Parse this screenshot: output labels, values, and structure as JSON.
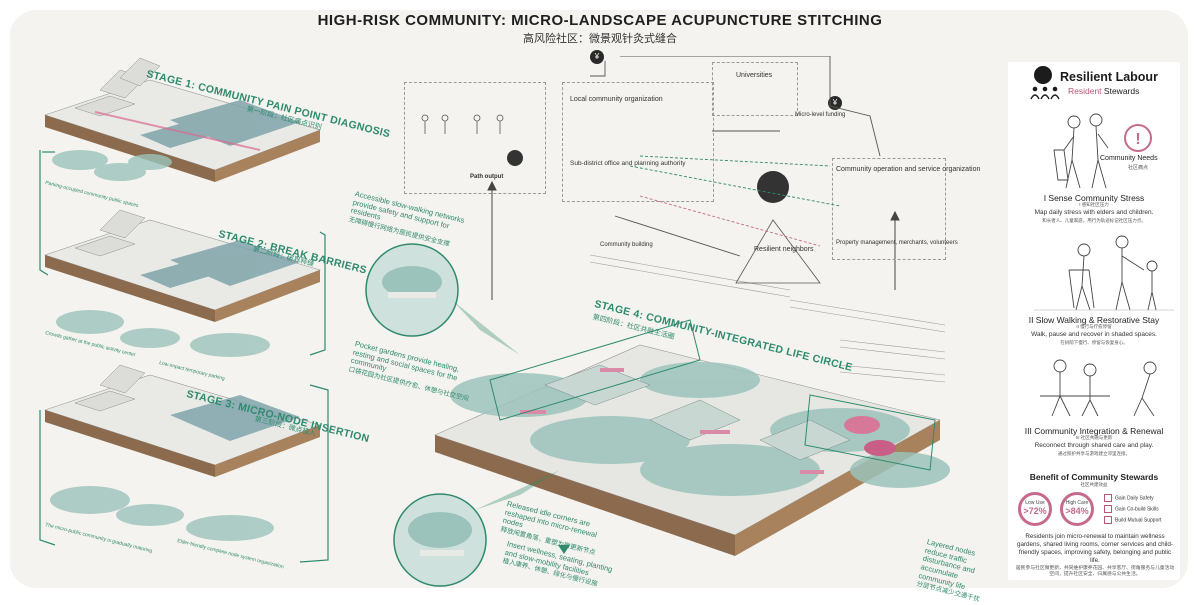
{
  "header": {
    "title": "HIGH-RISK COMMUNITY: MICRO-LANDSCAPE ACUPUNCTURE STITCHING",
    "subtitle": "高风险社区：微景观针灸式缝合"
  },
  "stages": [
    {
      "title": "STAGE 1: COMMUNITY PAIN POINT DIAGNOSIS",
      "subtitle": "第一阶段：社区痛点识别"
    },
    {
      "title": "STAGE 2: BREAK BARRIERS",
      "subtitle": "第二阶段：破界释缝"
    },
    {
      "title": "STAGE 3: MICRO-NODE INSERTION",
      "subtitle": "第三阶段：微点植入"
    },
    {
      "title": "STAGE 4: COMMUNITY-INTEGRATED LIFE CIRCLE",
      "subtitle": "第四阶段：社区共融生活圈"
    }
  ],
  "stage_notes": {
    "s1_left": "Parking-occupied community public spaces",
    "s2_left": "Crowds gather at the public activity center",
    "s2_right": "Low-impact temporary parking",
    "s3_left": "The micro-public community is gradually maturing",
    "s3_right": "Elder-friendly complete node system organization"
  },
  "annotations": {
    "networks_en": "Accessible slow-walking networks provide safety and support for residents",
    "networks_cn": "无障碍慢行网络为居民提供安全支撑",
    "pocket_en": "Pocket gardens provide healing, resting and social spaces for the community",
    "pocket_cn": "口袋花园为社区提供疗愈、休憩与社交空间",
    "idle_en": "Released idle corners are reshaped into micro-renewal nodes",
    "idle_cn": "释放闲置角落，重塑为微更新节点",
    "insert_en": "Insert wellness, seating, planting and slow-mobility facilities",
    "insert_cn": "植入康养、休憩、绿化与慢行设施",
    "layered_en": "Layered nodes reduce traffic disturbance and accumulate community life",
    "layered_cn": "分层节点减少交通干扰"
  },
  "diagram": {
    "universities": "Universities",
    "local_org": "Local community organization",
    "sub_district": "Sub-district office and planning authority",
    "path_output": "Path output",
    "community_operation": "Community operation and service organization",
    "property_mgmt": "Property management, merchants, volunteers",
    "resilient_neighbors": "Resilient neighbors",
    "micro_funding": "Micro-level funding",
    "community_building": "Community building"
  },
  "right_panel": {
    "title": "Resilient Labour",
    "subtitle_pink": "Resident",
    "subtitle_rest": " Stewards",
    "needs_label": "Community Needs",
    "needs_cn": "社区痛点",
    "s1_title": "I Sense Community Stress",
    "s1_cn": "I 感知社区压力",
    "s1_body": "Map daily stress with elders and children.",
    "s1_body_cn": "和长者人、儿童家庭，用行为轨迹标记社区压力点。",
    "s2_title": "II Slow Walking & Restorative Stay",
    "s2_cn": "II 慢行与疗愈停留",
    "s2_body": "Walk, pause and recover in shaded spaces.",
    "s2_body_cn": "在树荫下慢行、停留与恢复身心。",
    "s3_title": "III Community Integration & Renewal",
    "s3_cn": "III 社区共融与更新",
    "s3_body": "Reconnect through shared care and play.",
    "s3_body_cn": "通过照护共享与游戏建立邻里连接。",
    "benefit_title": "Benefit of Community Stewards",
    "benefit_cn": "社区共建效益",
    "stats": [
      {
        "label": "Low Use",
        "value": ">72%"
      },
      {
        "label": "High Care",
        "value": ">84%"
      }
    ],
    "legend": [
      "Gain Daily Safety",
      "Gain Co-build Skills",
      "Build Mutual Support"
    ],
    "closing": "Residents join micro-renewal to maintain wellness gardens, shared living rooms, corner services and child-friendly spaces, improving safety, belonging and public life.",
    "closing_cn": "居民参与社区微更新，共同维护康养花园、共享客厅、街角服务与儿童活动空间，提升社区安全、归属感与公共生活。"
  },
  "colors": {
    "accent": "#2f8a6e",
    "pink": "#c56a8c",
    "dark": "#1c1c1c"
  }
}
